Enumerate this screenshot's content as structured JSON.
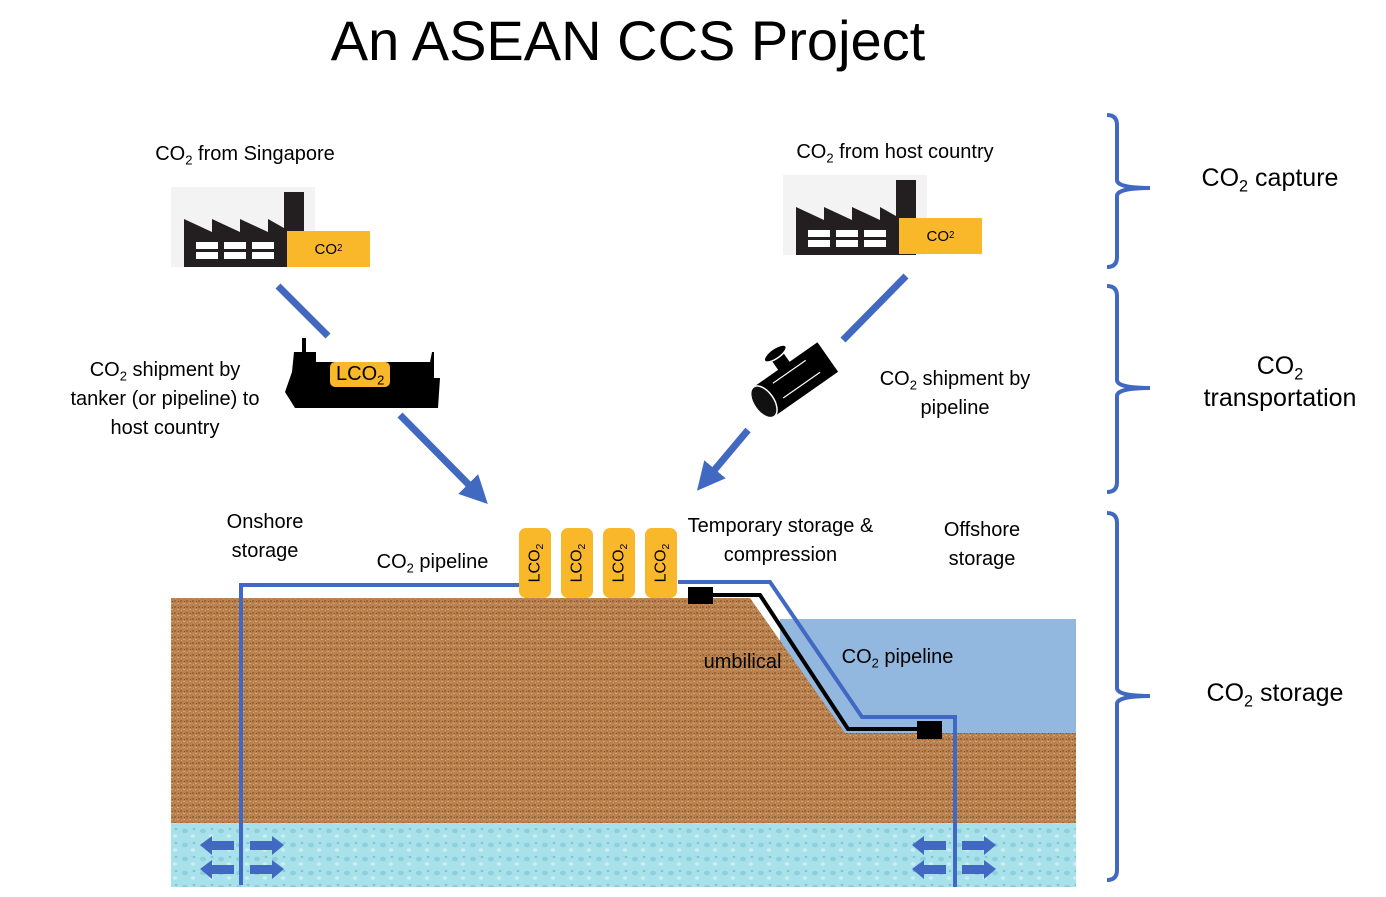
{
  "title": "An ASEAN CCS Project",
  "sources": {
    "singapore": {
      "prefix": "CO",
      "sub": "2",
      "suffix": " from Singapore",
      "badge": {
        "prefix": "CO",
        "sub": "2"
      }
    },
    "host": {
      "prefix": "CO",
      "sub": "2",
      "suffix": " from host country",
      "badge": {
        "prefix": "CO",
        "sub": "2"
      }
    }
  },
  "transport": {
    "tanker_label": {
      "prefix": "CO",
      "sub": "2",
      "line1_suffix": " shipment by",
      "line2": "tanker (or pipeline) to",
      "line3": "host country"
    },
    "ship_badge": {
      "prefix": "LCO",
      "sub": "2"
    },
    "pipeline_label": {
      "prefix": "CO",
      "sub": "2",
      "line1_suffix": " shipment by",
      "line2": "pipeline"
    }
  },
  "storage": {
    "onshore": {
      "line1": "Onshore",
      "line2": "storage"
    },
    "offshore": {
      "line1": "Offshore",
      "line2": "storage"
    },
    "temporary": {
      "line1": "Temporary storage &",
      "line2": "compression"
    },
    "onshore_pipeline": {
      "prefix": "CO",
      "sub": "2",
      "suffix": " pipeline"
    },
    "offshore_pipeline": {
      "prefix": "CO",
      "sub": "2",
      "suffix": " pipeline"
    },
    "umbilical": "umbilical",
    "tanks": [
      {
        "prefix": "LCO",
        "sub": "2"
      },
      {
        "prefix": "LCO",
        "sub": "2"
      },
      {
        "prefix": "LCO",
        "sub": "2"
      },
      {
        "prefix": "LCO",
        "sub": "2"
      }
    ]
  },
  "stages": [
    {
      "prefix": "CO",
      "sub": "2",
      "suffix": " capture"
    },
    {
      "prefix": "CO",
      "sub": "2",
      "line2": "transportation"
    },
    {
      "prefix": "CO",
      "sub": "2",
      "suffix": " storage"
    }
  ],
  "colors": {
    "arrow_blue": "#4169c2",
    "co2_orange": "#f9b72a",
    "soil": "#b9814d",
    "sea": "#93b8e0",
    "aquifer": "#a8e0ea"
  }
}
